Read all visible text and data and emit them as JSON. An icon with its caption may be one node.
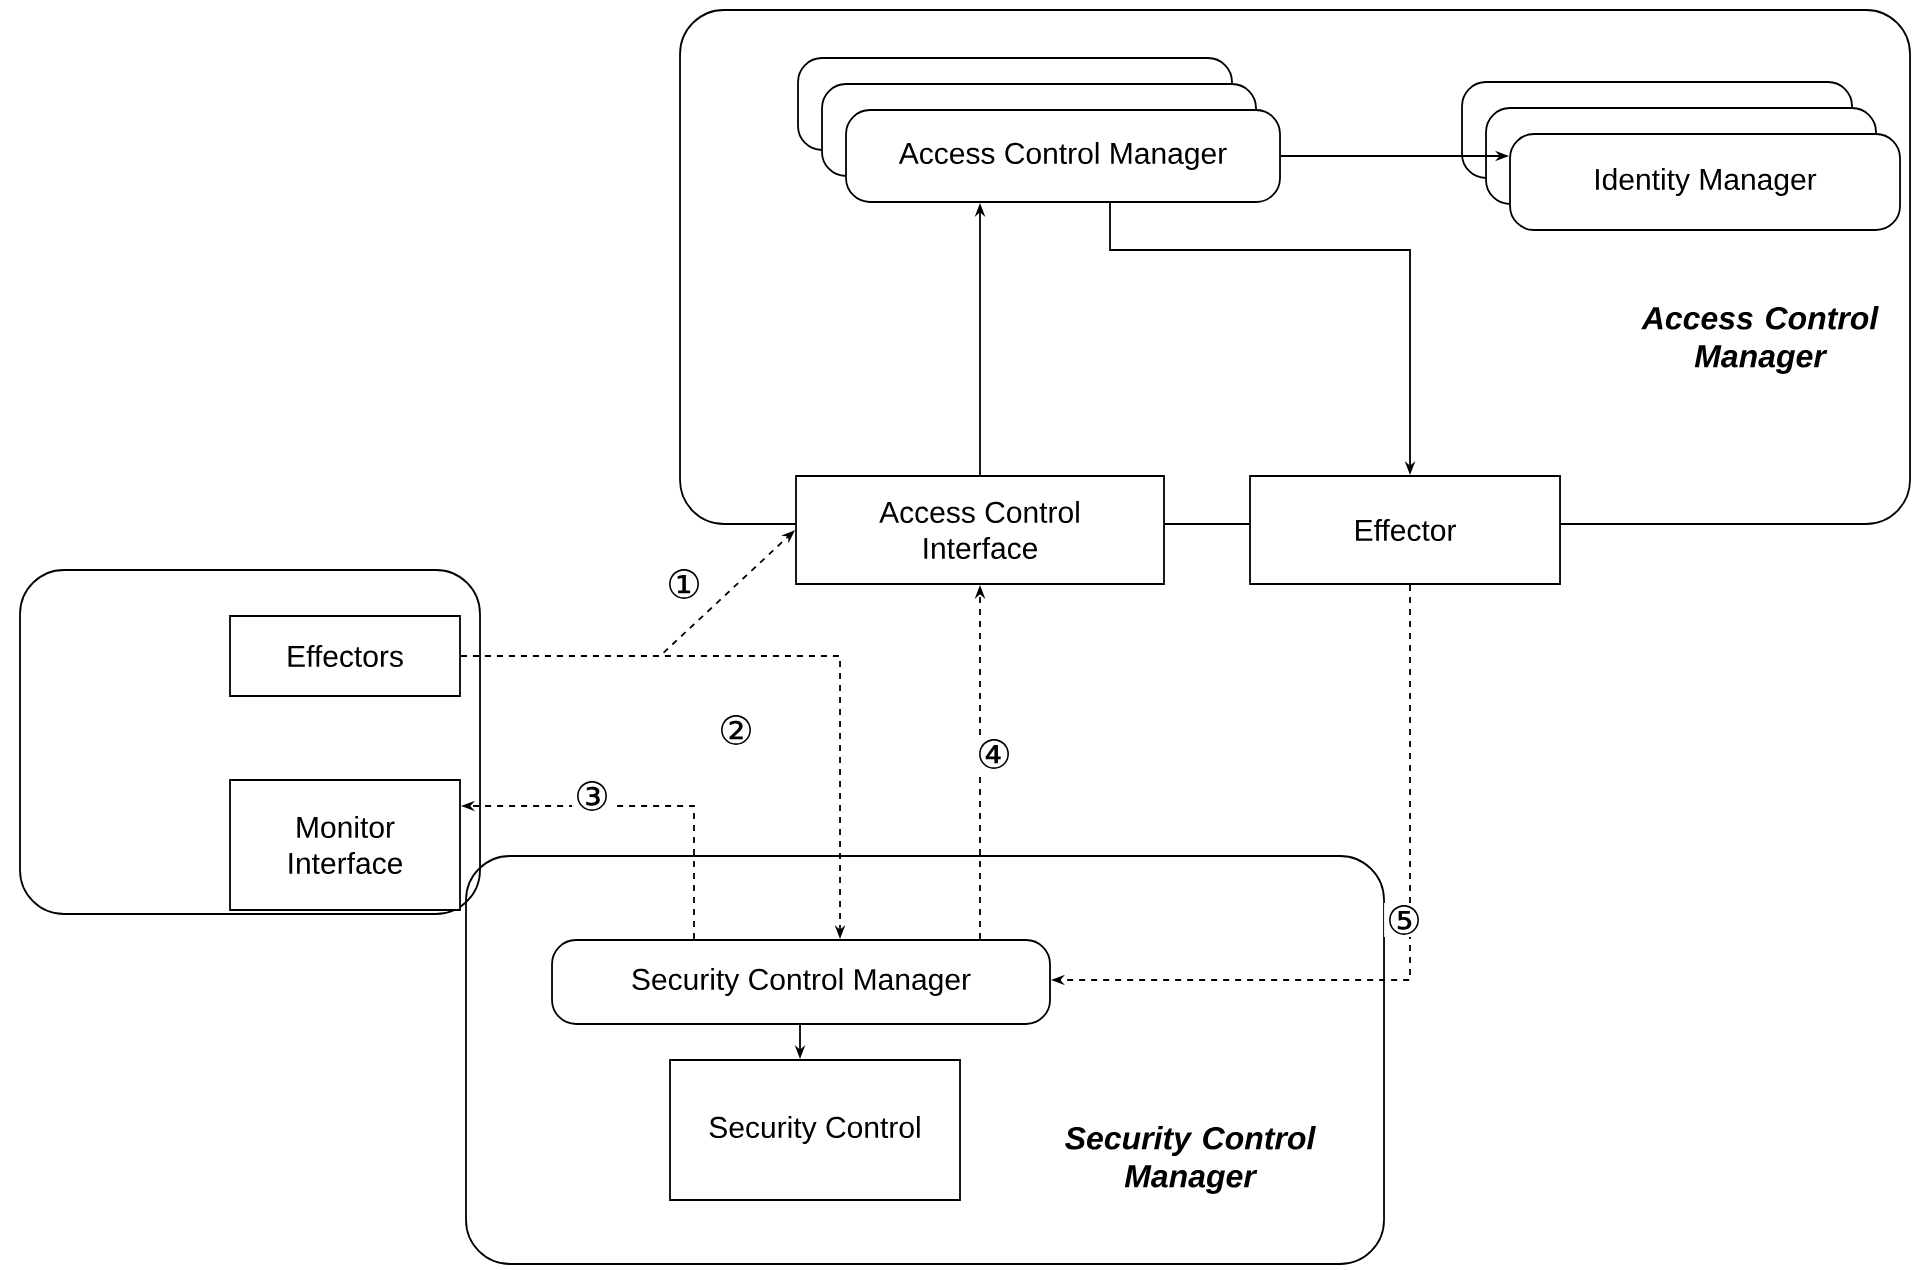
{
  "diagram": {
    "nodes": [
      {
        "text": [
          "Access Control Manager"
        ]
      },
      {
        "text": [
          "Access Control Manager"
        ],
        "in": 0
      },
      {
        "text": [
          "Identity Manager"
        ],
        "in": 0
      },
      {
        "text": [
          "Access Control Interface"
        ]
      },
      {
        "text": [
          "Effector"
        ]
      },
      {
        "text": [],
        "shape": "box"
      },
      {
        "text": [
          "Effectors"
        ],
        "in": 5
      },
      {
        "text": [
          "Monitor Interface"
        ],
        "in": 5
      },
      {
        "text": [
          "Security Control Manager"
        ]
      },
      {
        "text": [
          "Security Control Manager"
        ],
        "in": 8
      },
      {
        "text": [
          "Security Control"
        ],
        "in": 8
      }
    ],
    "edges": [
      {
        "from": 3,
        "to": 1,
        "arrow": "to"
      },
      {
        "from": 1,
        "to": 2,
        "arrow": "to"
      },
      {
        "from": 1,
        "to": 4,
        "arrow": "to"
      },
      {
        "from": 6,
        "to": 3,
        "arrow": "to",
        "style": "dashed",
        "label": "①"
      },
      {
        "from": 6,
        "to": 9,
        "arrow": "to",
        "style": "dashed",
        "label": "②"
      },
      {
        "from": 9,
        "to": 7,
        "arrow": "to",
        "style": "dashed",
        "label": "③"
      },
      {
        "from": 9,
        "to": 3,
        "arrow": "to",
        "style": "dashed",
        "label": "④"
      },
      {
        "from": 4,
        "to": 9,
        "arrow": "to",
        "style": "dashed",
        "label": "⑤"
      },
      {
        "from": 9,
        "to": 10,
        "arrow": "to"
      }
    ]
  }
}
